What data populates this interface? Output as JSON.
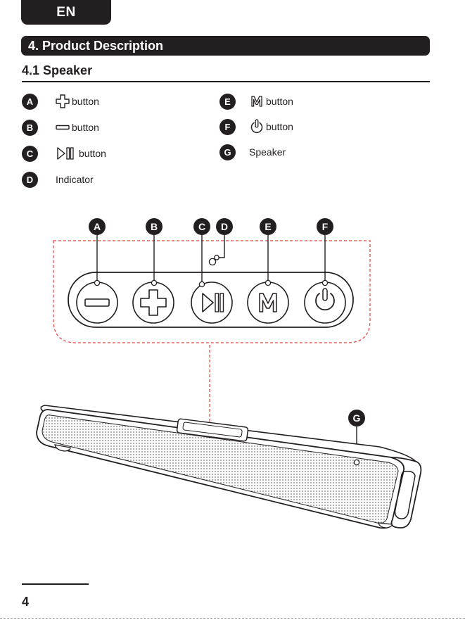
{
  "header": {
    "language": "EN"
  },
  "section": {
    "title": "4. Product Description",
    "subtitle": "4.1 Speaker"
  },
  "legend": [
    {
      "letter": "A",
      "icon": "plus-icon",
      "label": "button"
    },
    {
      "letter": "B",
      "icon": "minus-icon",
      "label": "button"
    },
    {
      "letter": "C",
      "icon": "play-pause-icon",
      "label": "button"
    },
    {
      "letter": "D",
      "icon": "",
      "label": "Indicator"
    },
    {
      "letter": "E",
      "icon": "mode-m-icon",
      "label": "button"
    },
    {
      "letter": "F",
      "icon": "power-icon",
      "label": "button"
    },
    {
      "letter": "G",
      "icon": "",
      "label": "Speaker"
    }
  ],
  "diagram": {
    "callouts": [
      "A",
      "B",
      "C",
      "D",
      "E",
      "F",
      "G"
    ],
    "panel_buttons": [
      "minus-icon",
      "plus-icon",
      "play-pause-icon",
      "mode-m-icon",
      "power-icon"
    ],
    "accent_color": "#e8413a"
  },
  "footer": {
    "page_number": "4"
  }
}
